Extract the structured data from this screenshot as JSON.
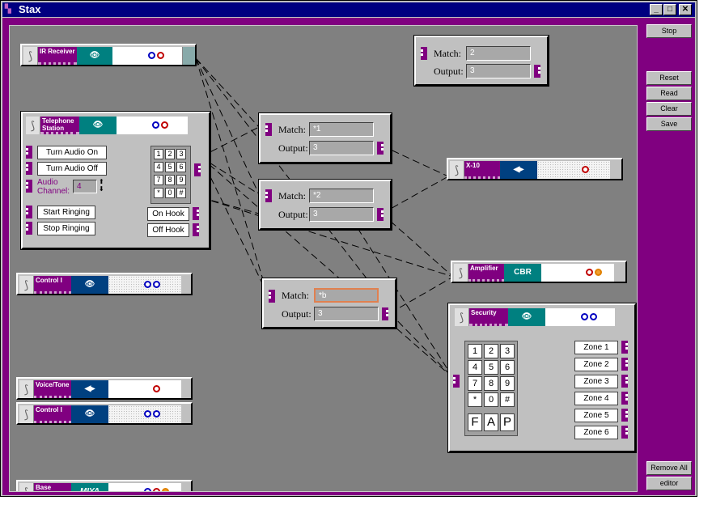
{
  "window": {
    "title": "Stax",
    "app_icon": "stax-icon",
    "min": "_",
    "max": "□",
    "close": "✕"
  },
  "sidebar": {
    "stop": "Stop",
    "reset": "Reset",
    "read": "Read",
    "clear": "Clear",
    "save": "Save",
    "remove_all": "Remove All",
    "editor": "editor"
  },
  "modules": {
    "ir": {
      "name": "IR Receiver"
    },
    "tel": {
      "name": "Telephone Station"
    },
    "control1": {
      "name": "Control I"
    },
    "voice": {
      "name": "Voice/Tone"
    },
    "control2": {
      "name": "Control I"
    },
    "base": {
      "name": "Base Module",
      "logo": "MIYA"
    },
    "x10": {
      "name": "X-10"
    },
    "amp": {
      "name": "Amplifier",
      "logo": "CBR"
    },
    "security": {
      "name": "Security"
    }
  },
  "telephone": {
    "turn_on": "Turn Audio On",
    "turn_off": "Turn Audio Off",
    "audio_channel_1": "Audio",
    "audio_channel_2": "Channel:",
    "channel_value": "4",
    "start_ringing": "Start Ringing",
    "stop_ringing": "Stop Ringing",
    "on_hook": "On Hook",
    "off_hook": "Off Hook",
    "keys": [
      "1",
      "2",
      "3",
      "4",
      "5",
      "6",
      "7",
      "8",
      "9",
      "*",
      "0",
      "#"
    ]
  },
  "matchers": {
    "top": {
      "match_label": "Match:",
      "match": "2",
      "output_label": "Output:",
      "output": "3"
    },
    "m1": {
      "match_label": "Match:",
      "match": "*1",
      "output_label": "Output:",
      "output": "3"
    },
    "m2": {
      "match_label": "Match:",
      "match": "*2",
      "output_label": "Output:",
      "output": "3"
    },
    "m3": {
      "match_label": "Match:",
      "match": "*b",
      "output_label": "Output:",
      "output": "3"
    }
  },
  "security": {
    "keys": [
      "1",
      "2",
      "3",
      "4",
      "5",
      "6",
      "7",
      "8",
      "9",
      "*",
      "0",
      "#"
    ],
    "fap": [
      "F",
      "A",
      "P"
    ],
    "zones": [
      "Zone 1",
      "Zone 2",
      "Zone 3",
      "Zone 4",
      "Zone 5",
      "Zone 6"
    ]
  },
  "colors": {
    "purple": "#800080",
    "canvas": "#808080",
    "teal": "#008080",
    "blue": "#004080"
  }
}
